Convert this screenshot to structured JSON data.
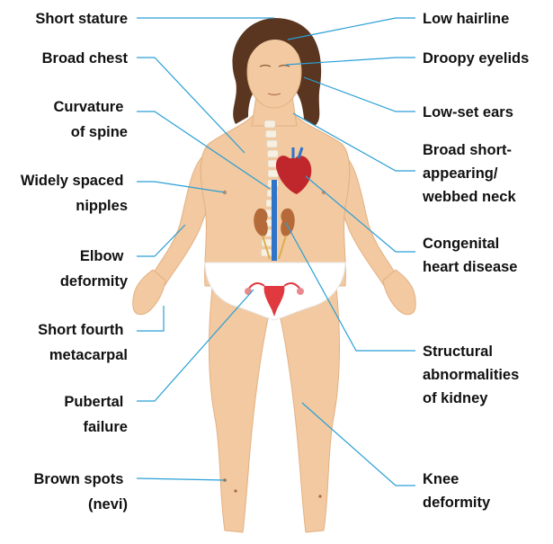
{
  "colors": {
    "skin": "#f2c9a0",
    "skin_shade": "#e3b184",
    "hair": "#5a3620",
    "underwear": "#ffffff",
    "leader_line": "#2a9fd6",
    "heart": "#c0272d",
    "vessel_blue": "#2e74c9",
    "uterus": "#e0393f",
    "kidney": "#b56a3a",
    "spine": "#f6efe2"
  },
  "labels": {
    "short_stature": [
      "Short stature"
    ],
    "broad_chest": [
      "Broad chest"
    ],
    "curvature_of_spine": [
      "Curvature",
      "of spine"
    ],
    "widely_spaced_nipples": [
      "Widely spaced",
      "nipples"
    ],
    "elbow_deformity": [
      "Elbow",
      "deformity"
    ],
    "short_fourth_metacarpal": [
      "Short fourth",
      "metacarpal"
    ],
    "pubertal_failure": [
      "Pubertal",
      "failure"
    ],
    "brown_spots": [
      "Brown spots",
      "(nevi)"
    ],
    "low_hairline": [
      "Low hairline"
    ],
    "droopy_eyelids": [
      "Droopy eyelids"
    ],
    "low_set_ears": [
      "Low-set ears"
    ],
    "webbed_neck": [
      "Broad short-",
      "appearing/",
      "webbed neck"
    ],
    "congenital_heart_disease": [
      "Congenital",
      "heart disease"
    ],
    "kidney_abnormalities": [
      "Structural",
      "abnormalities",
      "of kidney"
    ],
    "knee_deformity": [
      "Knee",
      "deformity"
    ]
  }
}
